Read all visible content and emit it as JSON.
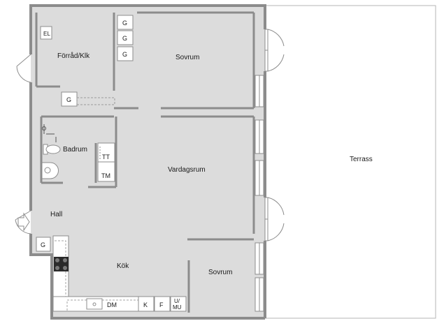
{
  "rooms": {
    "forrad": "Förråd/Klk",
    "sovrum1": "Sovrum",
    "badrum": "Badrum",
    "vardagsrum": "Vardagsrum",
    "hall": "Hall",
    "kok": "Kök",
    "sovrum2": "Sovrum",
    "terrass": "Terrass"
  },
  "fixtures": {
    "el": "EL",
    "g": "G",
    "tt": "TT",
    "tm": "TM",
    "dm": "DM",
    "k": "K",
    "f": "F",
    "u": "U/",
    "mu": "MU"
  },
  "colors": {
    "floor": "#dcdcdc",
    "wall": "#8c8c8c",
    "terrace": "#ffffff"
  }
}
